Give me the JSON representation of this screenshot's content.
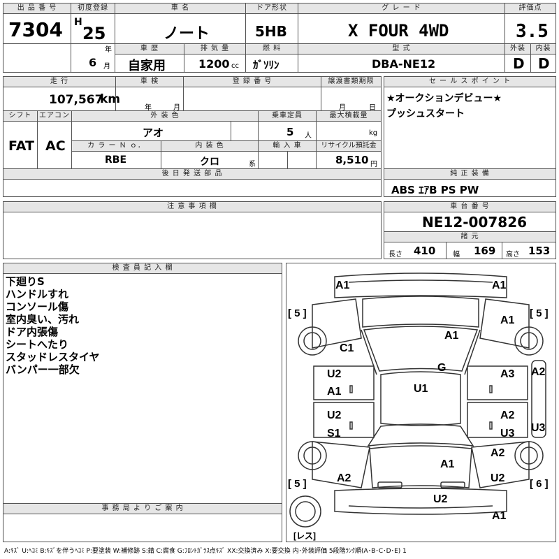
{
  "header": {
    "lot_label": "出 品 番 号",
    "lot_number": "7304",
    "reg_label": "初度登録",
    "era": "H",
    "reg_year": "25",
    "year_unit": "年",
    "reg_month": "6",
    "month_unit": "月",
    "car_name_label": "車 名",
    "car_name": "ノート",
    "door_label": "ドア形状",
    "door_type": "5HB",
    "grade_label": "グ レ ー ド",
    "grade": "X FOUR 4WD",
    "score_label": "評価点",
    "score": "3.5",
    "history_label": "車 歴",
    "history": "自家用",
    "displacement_label": "排 気 量",
    "displacement": "1200",
    "displacement_unit": "cc",
    "fuel_label": "燃 料",
    "fuel": "ｶﾞｿﾘﾝ",
    "model_label": "型 式",
    "model_code": "DBA-NE12",
    "exterior_label": "外装",
    "exterior_grade": "D",
    "interior_label": "内装",
    "interior_grade": "D"
  },
  "row2": {
    "mileage_label": "走 行",
    "mileage": "107,567",
    "mileage_unit": "km",
    "inspection_label": "車 検",
    "insp_year_unit": "年",
    "insp_month_unit": "月",
    "reg_no_label": "登 録 番 号",
    "transfer_label": "譲渡書類期限",
    "transfer_month_unit": "月",
    "transfer_day_unit": "日",
    "sales_label": "セ ー ル ス ポ イ ン ト",
    "sales_points": [
      "★オークションデビュー★",
      "プッシュスタート"
    ]
  },
  "row3": {
    "shift_label": "シフト",
    "shift": "FAT",
    "ac_label": "エアコン",
    "ac": "AC",
    "color_label": "外 装 色",
    "color": "アオ",
    "capacity_label": "乗車定員",
    "capacity": "5",
    "capacity_unit": "人",
    "load_label": "最大積載量",
    "load_unit": "kg",
    "color_no_label": "カ ラ ー Ｎ ｏ．",
    "color_no": "RBE",
    "interior_color_label": "内 装 色",
    "interior_color": "クロ",
    "interior_color_unit": "系",
    "import_label": "輸 入 車",
    "recycle_label": "リサイクル預託金",
    "recycle": "8,510",
    "recycle_unit": "円"
  },
  "parts": {
    "later_label": "後 日 発 送 部 品",
    "equipment_label": "純 正 装 備",
    "equipment": "ABS ｴｱB PS PW"
  },
  "notes": {
    "caution_label": "注 意 事 項 欄",
    "chassis_label": "車 台 番 号",
    "chassis_no": "NE12-007826",
    "spec_label": "諸 元",
    "length_label": "長さ",
    "length": "410",
    "width_label": "幅",
    "width": "169",
    "height_label": "高さ",
    "height": "153"
  },
  "inspector": {
    "label": "検 査 員 記 入 欄",
    "items": [
      "下廻りS",
      "ハンドルすれ",
      "コンソール傷",
      "室内臭い、汚れ",
      "ドア内張傷",
      "シートへたり",
      "スタッドレスタイヤ",
      "バンパー一部欠"
    ],
    "office_label": "事 務 局 よ り ご 案 内"
  },
  "diagram": {
    "tire_fl": "5",
    "tire_fr": "5",
    "tire_rl": "5",
    "tire_rr": "6",
    "spare": "レス",
    "codes": {
      "front_bumper_left": "A1",
      "front_bumper_right": "A1",
      "fender_right": "A1",
      "hood": "A1",
      "pillar_left": "C1",
      "windshield": "G",
      "front_door_left_top": "U2",
      "front_door_left_bottom": "A1",
      "roof": "U1",
      "front_door_right": "A3",
      "side_right_front": "A2",
      "rear_door_left_top": "U2",
      "rear_door_left_bottom": "S1",
      "rear_door_right_top": "A2",
      "rear_door_right_bottom": "U3",
      "side_right_rear": "U3",
      "quarter_right": "A2",
      "trunk": "A1",
      "rear_left": "A2",
      "rear_right": "U2",
      "rear_bumper": "U2",
      "rear_bottom": "A1"
    }
  },
  "legend": "A:ｷｽﾞ U:ﾍｺﾐ B:ｷｽﾞを伴うﾍｺﾐ P:要塗装 W:補修跡 S:錆 C:腐食 G:ﾌﾛﾝﾄｶﾞﾗｽ点ｷｽﾞ XX:交換済み X:要交換 内･外装評価 5段階ﾗﾝｸ順(A･B･C･D･E) 1"
}
